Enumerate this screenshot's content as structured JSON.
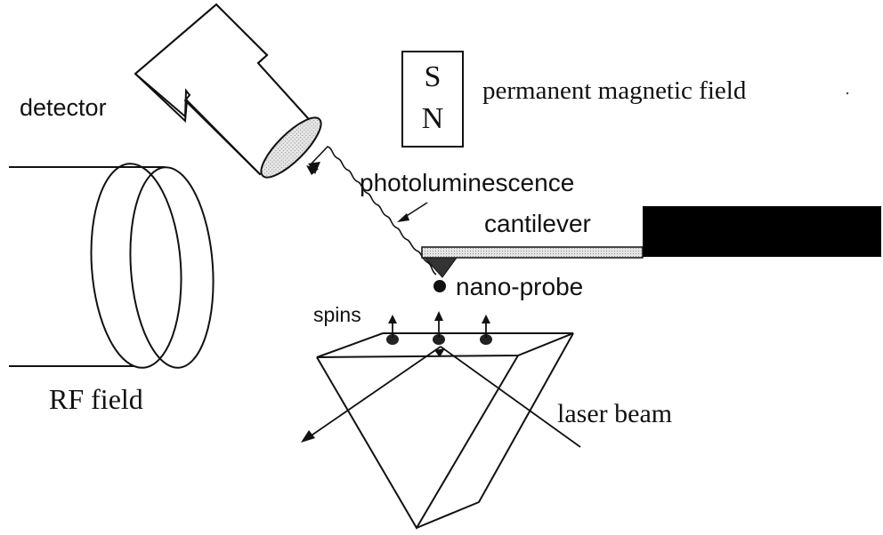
{
  "labels": {
    "detector": "detector",
    "permanent_magnetic_field": "permanent magnetic field",
    "photoluminescence": "photoluminescence",
    "cantilever": "cantilever",
    "nano_probe": "nano-probe",
    "spins": "spins",
    "rf_field": "RF field",
    "laser_beam": "laser beam"
  },
  "magnet": {
    "south_pole": "S",
    "north_pole": "N"
  },
  "colors": {
    "line": "#111111",
    "cantilever_fill": "#d4d4d4",
    "detector_lens": "#bdbdbd",
    "cantilever_base": "#000000"
  }
}
